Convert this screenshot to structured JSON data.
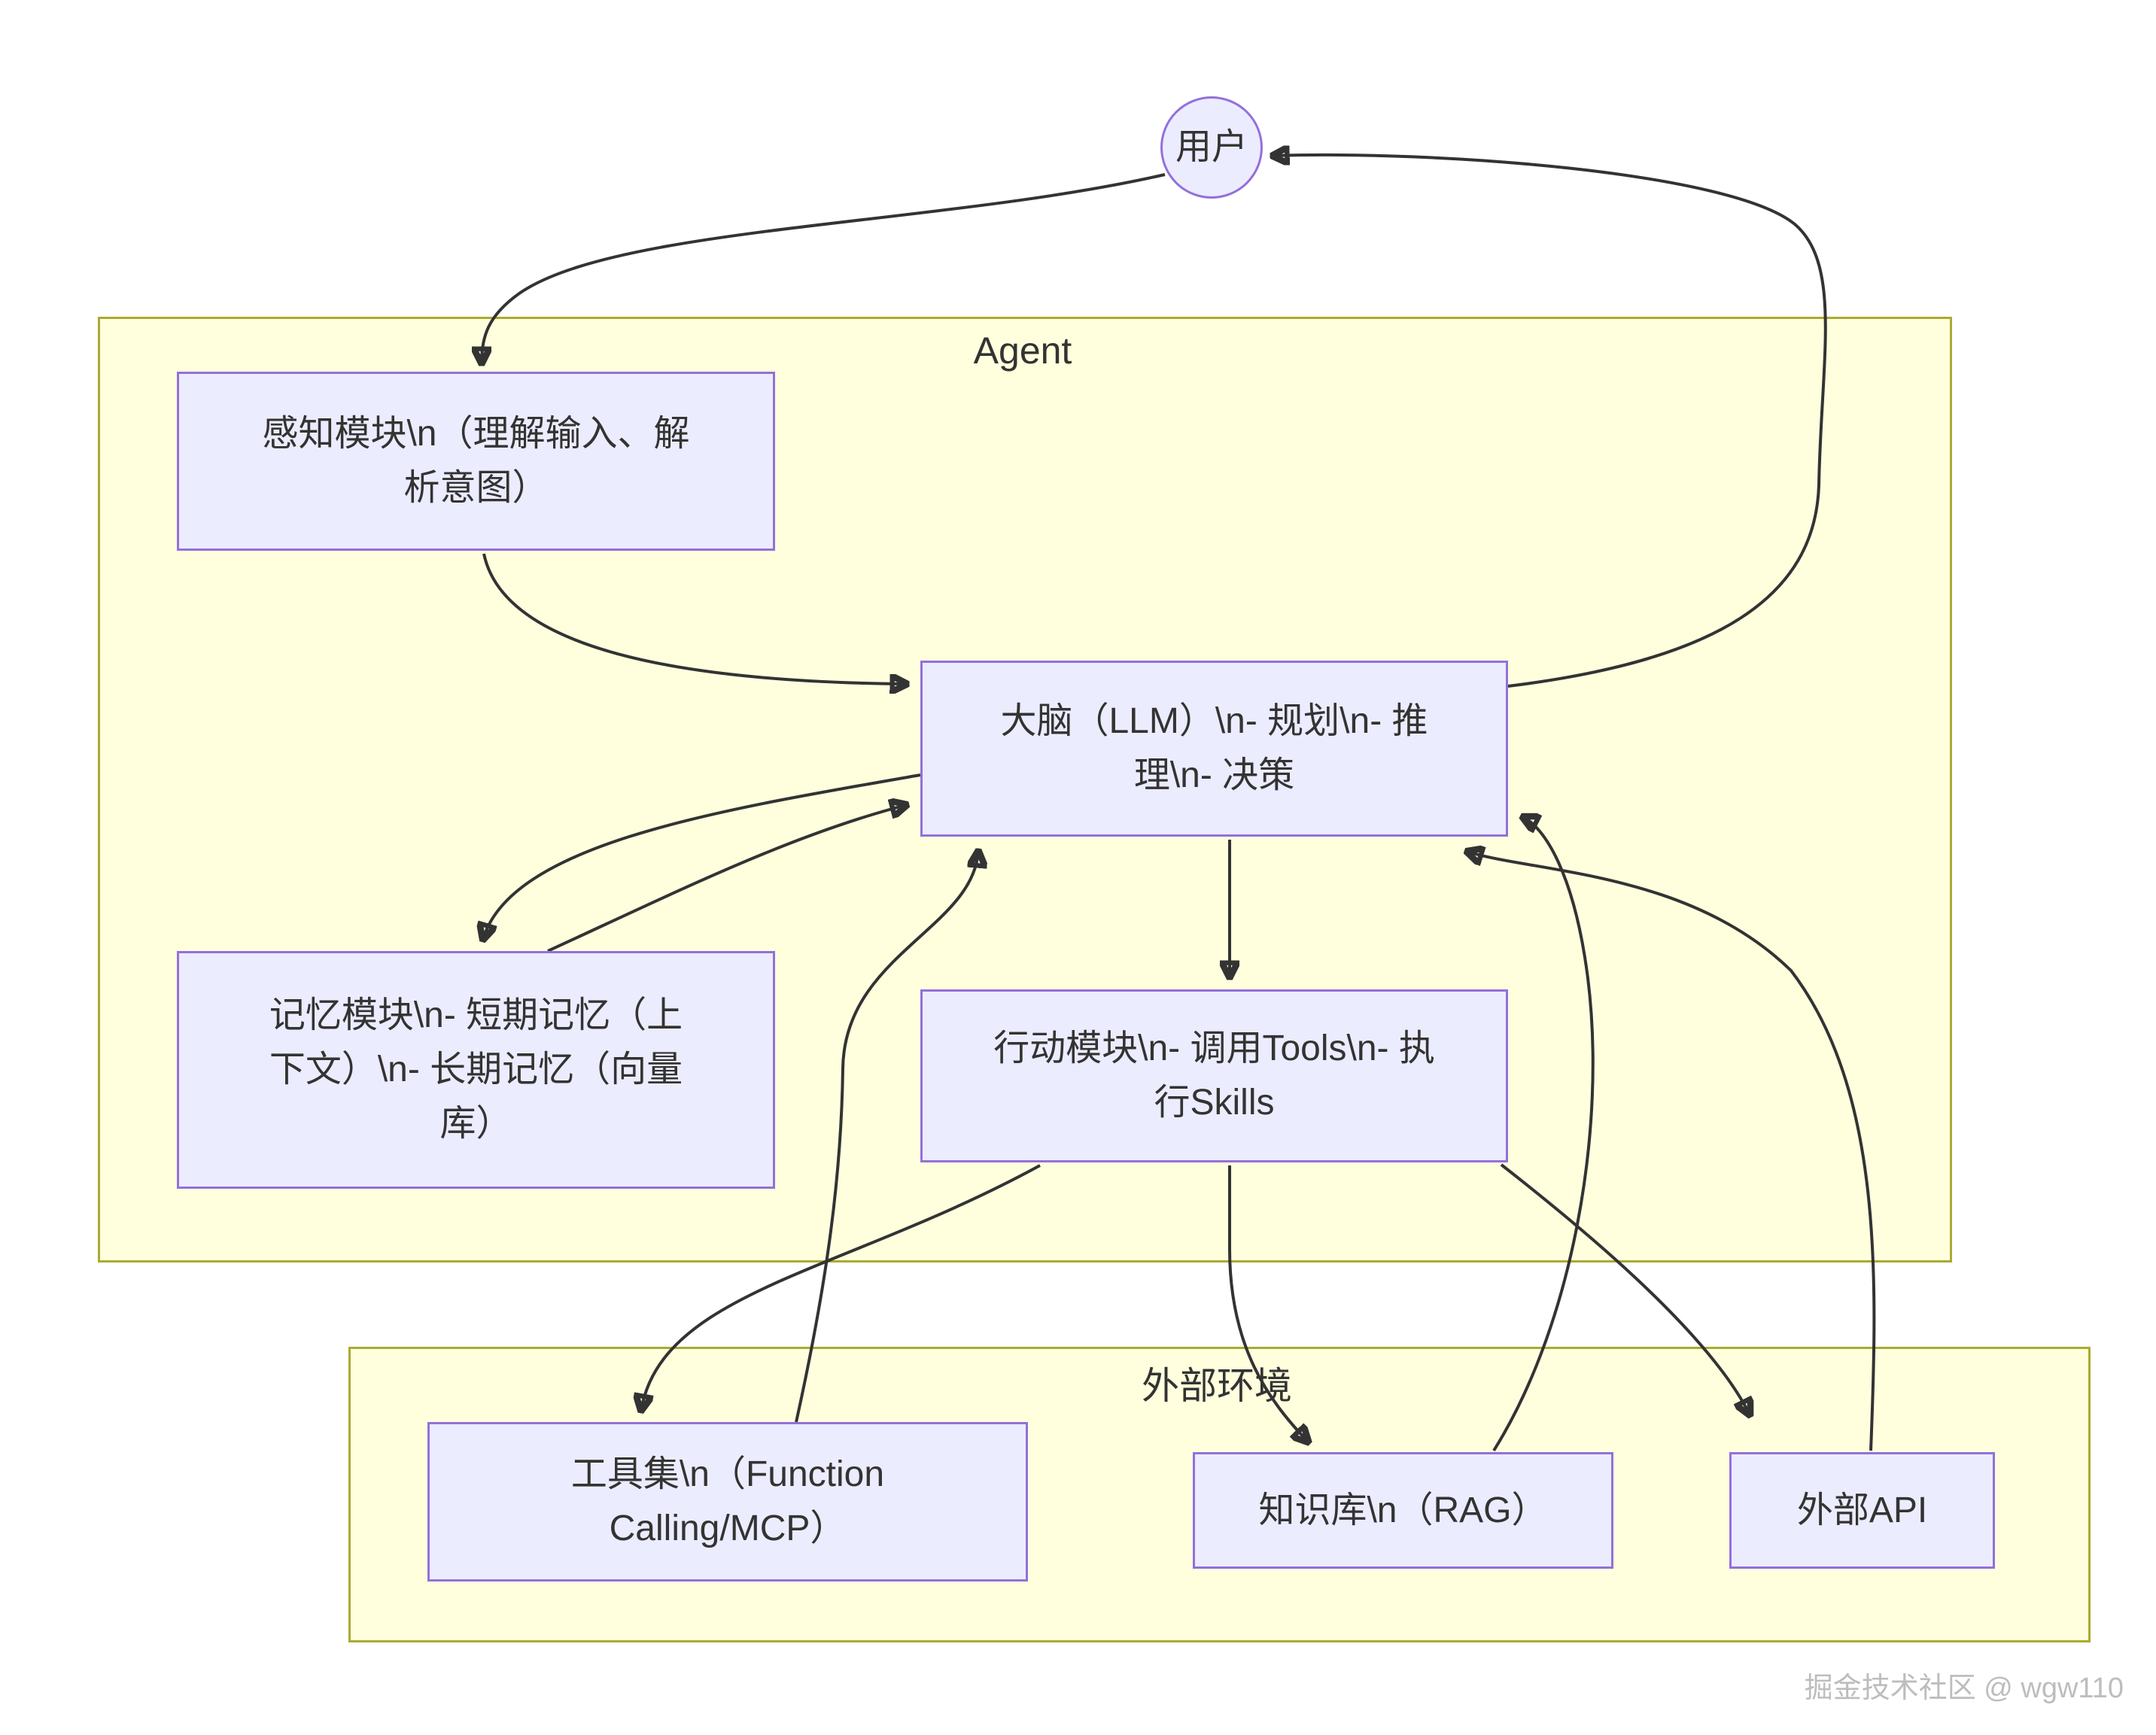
{
  "diagram": {
    "user_node": {
      "label": "用户"
    },
    "groups": {
      "agent": {
        "label": "Agent"
      },
      "environment": {
        "label": "外部环境"
      }
    },
    "nodes": {
      "perception": {
        "label": "感知模块\\n（理解输入、解析意图）"
      },
      "brain": {
        "label": "大脑（LLM）\\n- 规划\\n- 推理\\n- 决策"
      },
      "memory": {
        "label": "记忆模块\\n- 短期记忆（上下文）\\n- 长期记忆（向量库）"
      },
      "action": {
        "label": "行动模块\\n- 调用Tools\\n- 执行Skills"
      },
      "toolset": {
        "label": "工具集\\n（Function Calling/MCP）"
      },
      "knowledge": {
        "label": "知识库\\n（RAG）"
      },
      "external_api": {
        "label": "外部API"
      }
    },
    "edges": [
      {
        "from": "用户",
        "to": "感知模块"
      },
      {
        "from": "感知模块",
        "to": "大脑（LLM）"
      },
      {
        "from": "大脑（LLM）",
        "to": "记忆模块"
      },
      {
        "from": "记忆模块",
        "to": "大脑（LLM）"
      },
      {
        "from": "大脑（LLM）",
        "to": "行动模块"
      },
      {
        "from": "行动模块",
        "to": "工具集"
      },
      {
        "from": "工具集",
        "to": "大脑（LLM）"
      },
      {
        "from": "行动模块",
        "to": "知识库"
      },
      {
        "from": "知识库",
        "to": "大脑（LLM）"
      },
      {
        "from": "行动模块",
        "to": "外部API"
      },
      {
        "from": "外部API",
        "to": "大脑（LLM）"
      },
      {
        "from": "大脑（LLM）",
        "to": "用户"
      }
    ],
    "colors": {
      "node_fill": "#ECECFF",
      "node_border": "#9370DB",
      "group_fill": "#ffffde",
      "group_border": "#aaaa33",
      "edge": "#333333",
      "text": "#333333"
    }
  },
  "watermark": "掘金技术社区 @ wgw110"
}
